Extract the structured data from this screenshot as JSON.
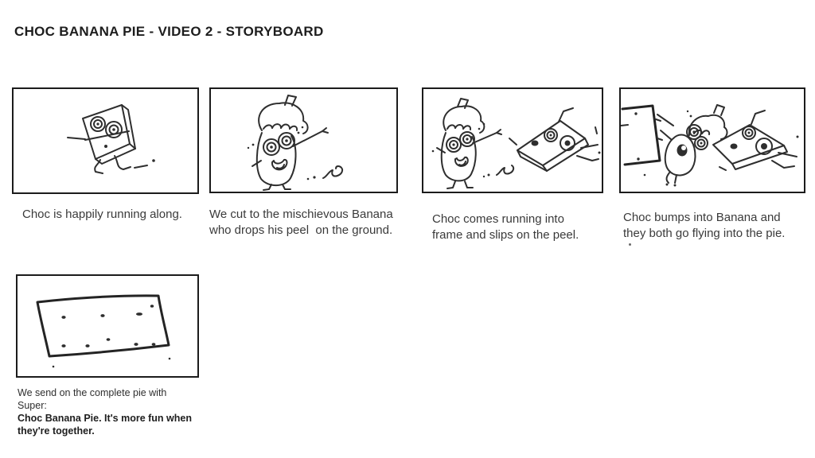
{
  "title": "CHOC BANANA PIE - VIDEO 2 - STORYBOARD",
  "colors": {
    "background": "#ffffff",
    "ink": "#2e2e2e",
    "frame_border": "#1c1c1c",
    "caption_text": "#3a3a3a",
    "title_text": "#1d1d1d"
  },
  "panels": [
    {
      "name": "choc-running",
      "sketch": "choc-character-running-sketch",
      "caption_lines": [
        "Choc is happily running along."
      ]
    },
    {
      "name": "banana-drops-peel",
      "sketch": "banana-character-dropping-peel-sketch",
      "caption_lines": [
        "We cut to the mischievous Banana",
        "who drops his peel  on the ground."
      ]
    },
    {
      "name": "choc-slips-on-peel",
      "sketch": "choc-slipping-on-peel-sketch",
      "caption_lines": [
        "Choc comes running into",
        "frame and slips on the peel."
      ]
    },
    {
      "name": "collision-into-pie",
      "sketch": "choc-banana-collision-sketch",
      "caption_lines": [
        "Choc bumps into Banana and",
        "they both go flying into the pie."
      ]
    },
    {
      "name": "complete-pie",
      "sketch": "complete-pie-sketch",
      "caption_lines": [
        "We send on the complete pie with",
        "Super:"
      ],
      "caption_bold_lines": [
        "Choc Banana Pie. It's more fun when",
        "they're together."
      ]
    }
  ]
}
